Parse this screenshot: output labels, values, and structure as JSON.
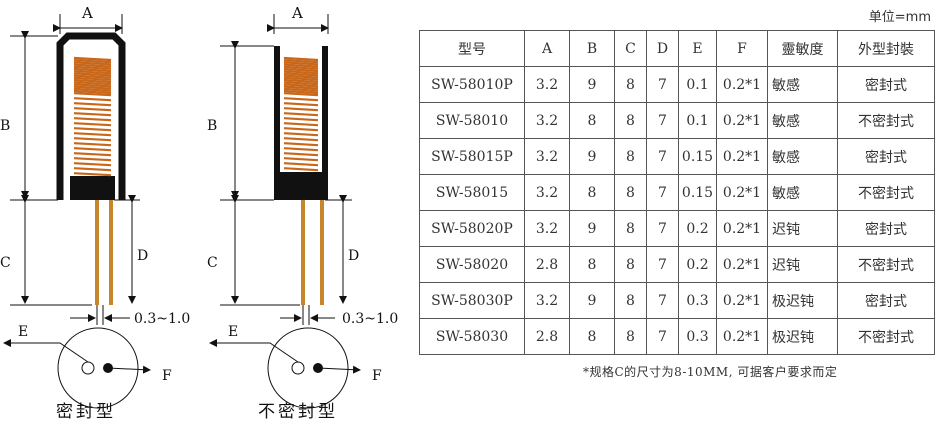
{
  "diagram": {
    "labels": {
      "a": "A",
      "b": "B",
      "c": "C",
      "d": "D",
      "e": "E",
      "f": "F",
      "gap": "0.3~1.0"
    },
    "left_caption": "密封型",
    "right_caption": "不密封型",
    "colors": {
      "coil": "#c8661a",
      "lead": "#c8862a",
      "body": "#111111"
    }
  },
  "unit": "单位=mm",
  "table": {
    "headers": [
      "型号",
      "A",
      "B",
      "C",
      "D",
      "E",
      "F",
      "靈敏度",
      "外型封裝"
    ],
    "rows": [
      [
        "SW-58010P",
        "3.2",
        "9",
        "8",
        "7",
        "0.1",
        "0.2*1",
        "敏感",
        "密封式"
      ],
      [
        "SW-58010",
        "3.2",
        "8",
        "8",
        "7",
        "0.1",
        "0.2*1",
        "敏感",
        "不密封式"
      ],
      [
        "SW-58015P",
        "3.2",
        "9",
        "8",
        "7",
        "0.15",
        "0.2*1",
        "敏感",
        "密封式"
      ],
      [
        "SW-58015",
        "3.2",
        "8",
        "8",
        "7",
        "0.15",
        "0.2*1",
        "敏感",
        "不密封式"
      ],
      [
        "SW-58020P",
        "3.2",
        "9",
        "8",
        "7",
        "0.2",
        "0.2*1",
        "迟钝",
        "密封式"
      ],
      [
        "SW-58020",
        "2.8",
        "8",
        "8",
        "7",
        "0.2",
        "0.2*1",
        "迟钝",
        "不密封式"
      ],
      [
        "SW-58030P",
        "3.2",
        "9",
        "8",
        "7",
        "0.3",
        "0.2*1",
        "极迟钝",
        "密封式"
      ],
      [
        "SW-58030",
        "2.8",
        "8",
        "8",
        "7",
        "0.3",
        "0.2*1",
        "极迟钝",
        "不密封式"
      ]
    ]
  },
  "note": "*规格C的尺寸为8-10MM, 可据客户要求而定"
}
